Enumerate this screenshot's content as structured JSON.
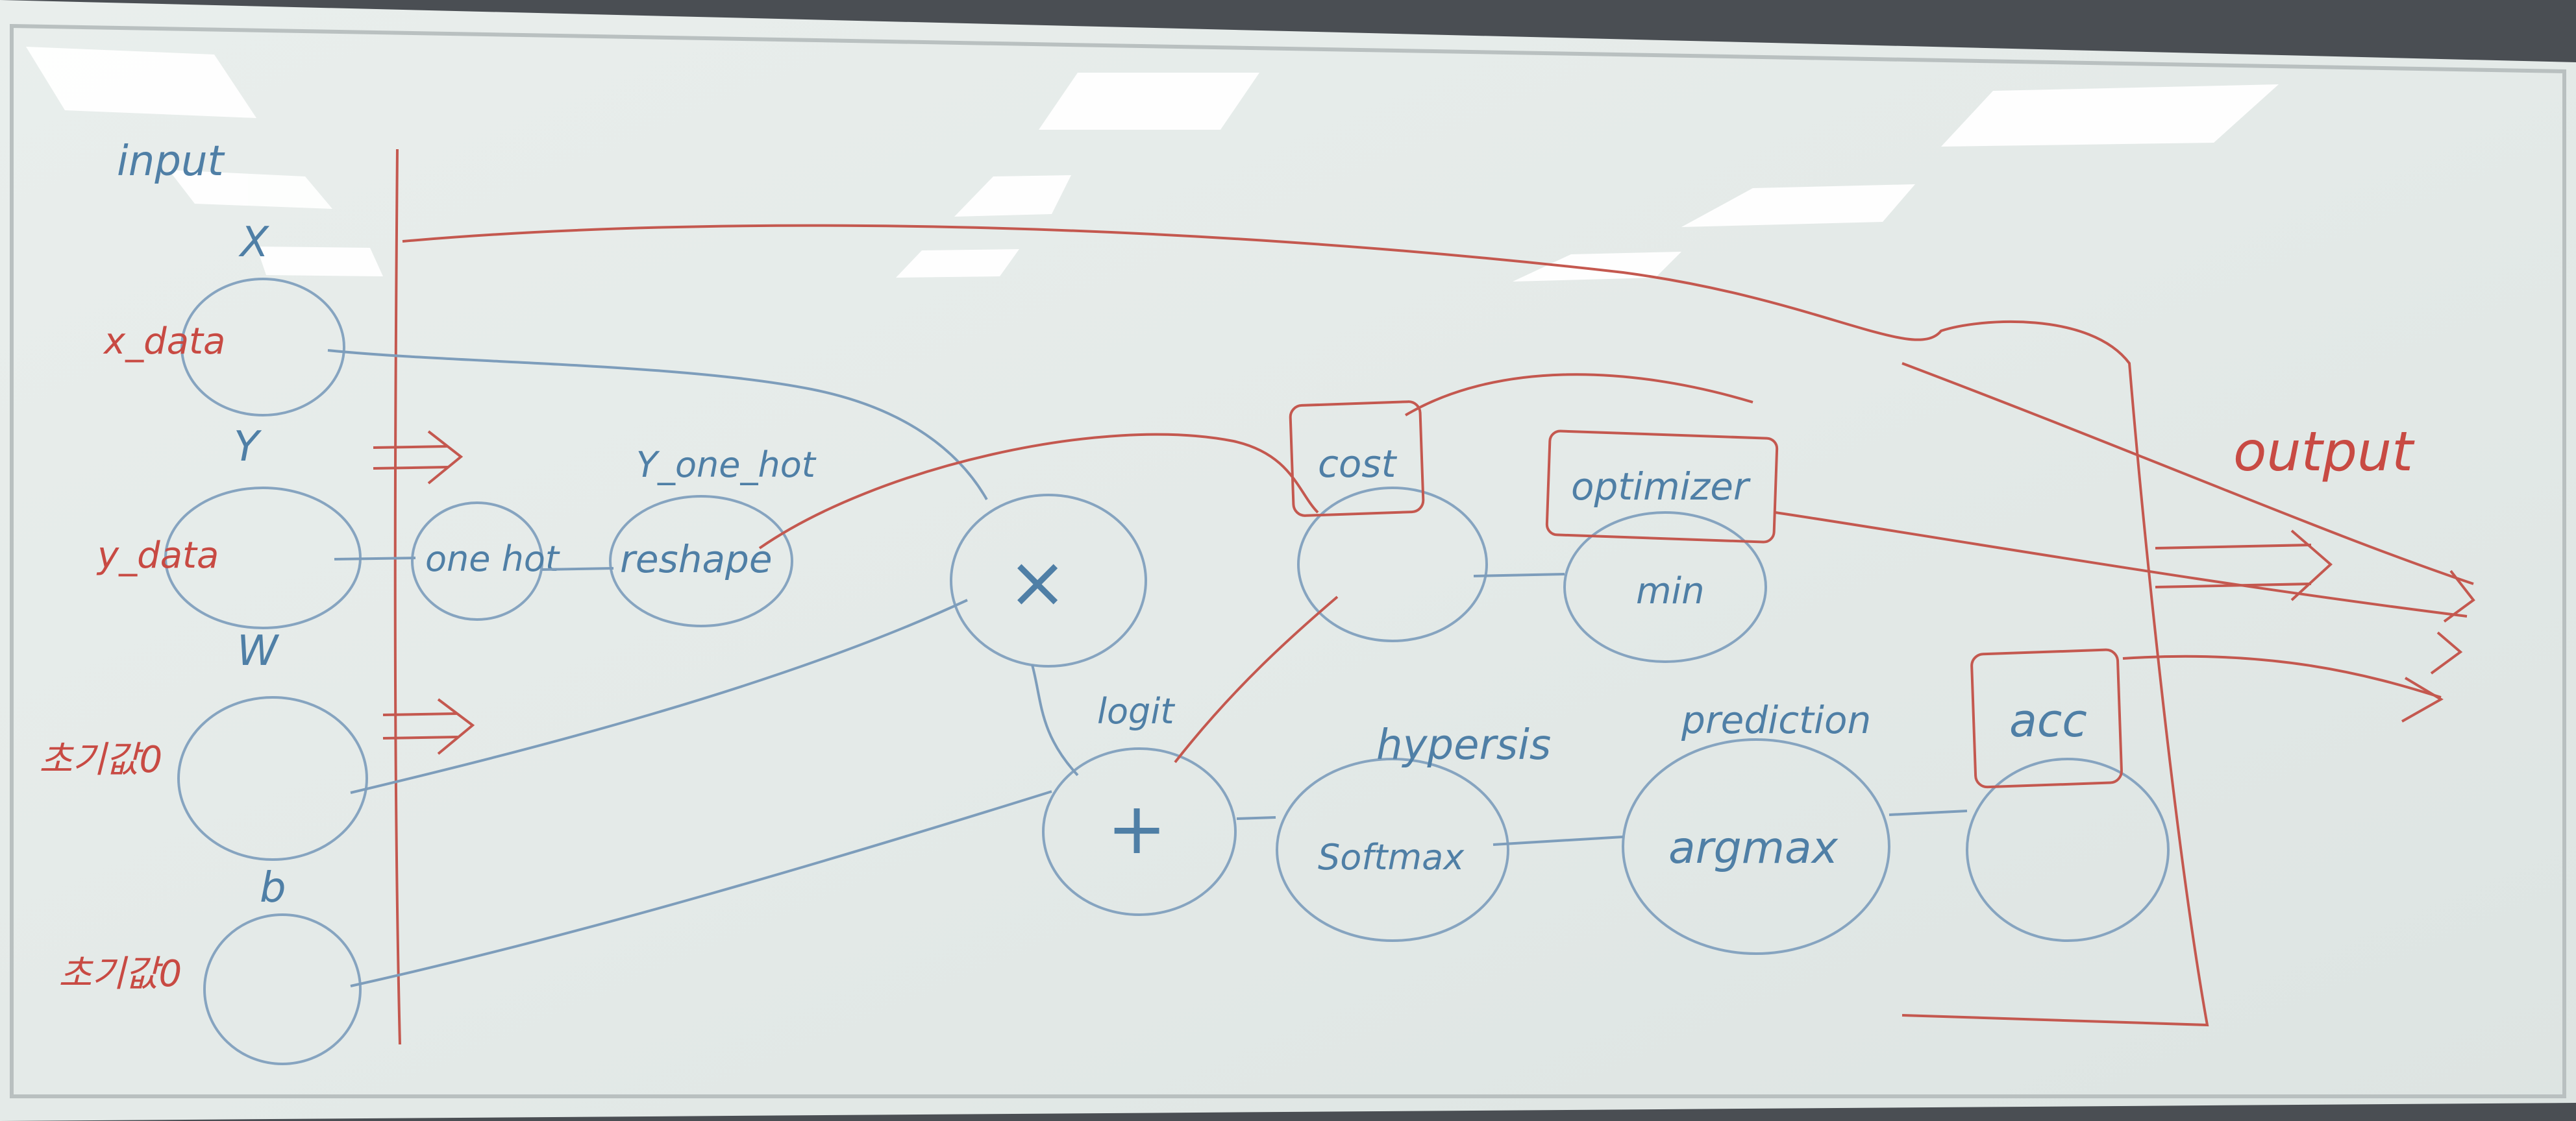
{
  "section_labels": {
    "input": "input",
    "output": "output"
  },
  "variables": [
    {
      "name": "X",
      "note": "x_data"
    },
    {
      "name": "Y",
      "note": "y_data"
    },
    {
      "name": "W",
      "note": "초기값0"
    },
    {
      "name": "b",
      "note": "초기값0"
    }
  ],
  "ops": {
    "one_hot": "one hot",
    "y_one_hot_label": "Y_one_hot",
    "reshape": "reshape",
    "matmul": "×",
    "add": "+",
    "logit_label": "logit",
    "softmax": "Softmax",
    "hypothesis_label": "hypersis",
    "argmax": "argmax",
    "prediction_label": "prediction",
    "cost_label": "cost",
    "optimizer_label": "optimizer",
    "min": "min",
    "acc_label": "acc"
  },
  "colors": {
    "board": "#e6ecea",
    "frame": "#4a4e53",
    "marker_blue": "#7d9dbb",
    "marker_red": "#c4584f"
  }
}
